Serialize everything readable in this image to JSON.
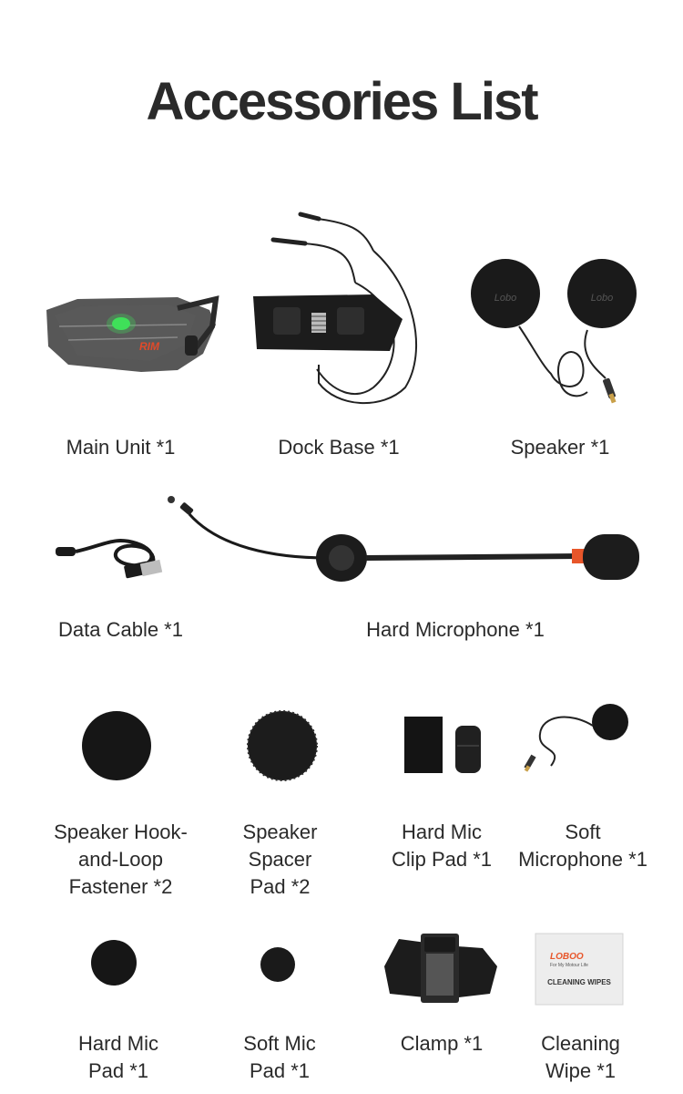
{
  "title": "Accessories List",
  "items": [
    {
      "label": "Main Unit *1",
      "icon": "main-unit-icon"
    },
    {
      "label": "Dock Base *1",
      "icon": "dock-base-icon"
    },
    {
      "label": "Speaker *1",
      "icon": "speaker-icon"
    },
    {
      "label": "Data Cable *1",
      "icon": "data-cable-icon"
    },
    {
      "label": "Hard Microphone *1",
      "icon": "hard-microphone-icon"
    },
    {
      "label": "Speaker Hook-\nand-Loop\nFastener *2",
      "icon": "hook-loop-fastener-icon"
    },
    {
      "label": "Speaker\nSpacer\nPad *2",
      "icon": "spacer-pad-icon"
    },
    {
      "label": "Hard Mic\nClip Pad *1",
      "icon": "clip-pad-icon"
    },
    {
      "label": "Soft\nMicrophone *1",
      "icon": "soft-microphone-icon"
    },
    {
      "label": "Hard Mic\nPad *1",
      "icon": "hard-mic-pad-icon"
    },
    {
      "label": "Soft Mic\nPad *1",
      "icon": "soft-mic-pad-icon"
    },
    {
      "label": "Clamp *1",
      "icon": "clamp-icon"
    },
    {
      "label": "Cleaning\nWipe *1",
      "icon": "cleaning-wipe-icon"
    }
  ],
  "product_text": {
    "main_unit_logo": "RIM",
    "speaker_logo": "Lobo",
    "wipe_brand": "LOBOO",
    "wipe_tagline": "For My Motour Life",
    "wipe_text": "CLEANING WIPES"
  },
  "colors": {
    "title": "#2a2a2a",
    "label": "#2a2a2a",
    "product_black": "#161616",
    "led_green": "#3fe05a",
    "brand_orange": "#e8562a"
  }
}
